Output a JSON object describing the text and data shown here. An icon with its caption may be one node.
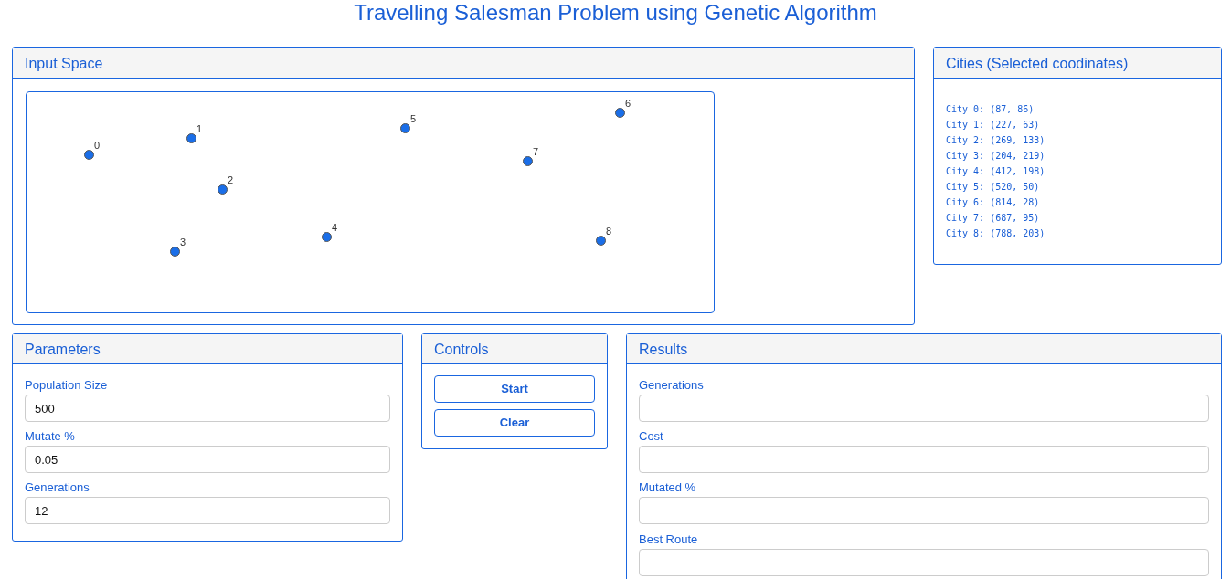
{
  "diagram": {
    "title": "Travelling Salesman Problem using Genetic Algorithm",
    "nodes": [
      {
        "text": [
          "Input Space"
        ]
      },
      {
        "text": [],
        "shape": "box",
        "in": 0
      },
      {
        "text": [],
        "shape": "circle",
        "beside": [
          "0"
        ],
        "in": 1
      },
      {
        "text": [],
        "shape": "circle",
        "beside": [
          "1"
        ],
        "in": 1
      },
      {
        "text": [],
        "shape": "circle",
        "beside": [
          "2"
        ],
        "in": 1
      },
      {
        "text": [],
        "shape": "circle",
        "beside": [
          "3"
        ],
        "in": 1
      },
      {
        "text": [],
        "shape": "circle",
        "beside": [
          "4"
        ],
        "in": 1
      },
      {
        "text": [],
        "shape": "circle",
        "beside": [
          "5"
        ],
        "in": 1
      },
      {
        "text": [],
        "shape": "circle",
        "beside": [
          "6"
        ],
        "in": 1
      },
      {
        "text": [],
        "shape": "circle",
        "beside": [
          "7"
        ],
        "in": 1
      },
      {
        "text": [],
        "shape": "circle",
        "beside": [
          "8"
        ],
        "in": 1
      },
      {
        "text": [
          "Cities (Selected coodinates)",
          "City 0: (87, 86)",
          "City 1: (227, 63)",
          "City 2: (269, 133)",
          "City 3: (204, 219)",
          "City 4: (412, 198)",
          "City 5: (520, 50)",
          "City 6: (814, 28)",
          "City 7: (687, 95)",
          "City 8: (788, 203)"
        ]
      },
      {
        "text": [
          "Parameters"
        ]
      },
      {
        "text": [
          "500"
        ],
        "beside": [
          "Population Size"
        ],
        "in": 12
      },
      {
        "text": [
          "0.05"
        ],
        "beside": [
          "Mutate %"
        ],
        "in": 12
      },
      {
        "text": [
          "12"
        ],
        "beside": [
          "Generations"
        ],
        "in": 12
      },
      {
        "text": [
          "Controls"
        ]
      },
      {
        "text": [
          "Start"
        ],
        "in": 16
      },
      {
        "text": [
          "Clear"
        ],
        "in": 16
      },
      {
        "text": [
          "Results"
        ]
      },
      {
        "text": [],
        "shape": "box",
        "beside": [
          "Generations"
        ],
        "in": 19
      },
      {
        "text": [],
        "shape": "box",
        "beside": [
          "Cost"
        ],
        "in": 19
      },
      {
        "text": [],
        "shape": "box",
        "beside": [
          "Mutated %"
        ],
        "in": 19
      },
      {
        "text": [],
        "shape": "box",
        "beside": [
          "Best Route"
        ],
        "in": 19
      }
    ],
    "edges": []
  }
}
